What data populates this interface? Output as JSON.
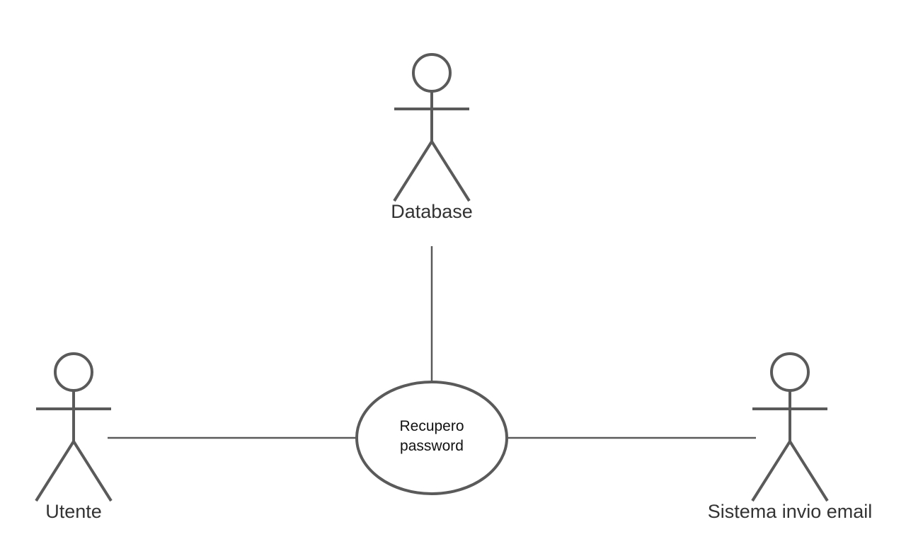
{
  "actors": {
    "database": {
      "label": "Database"
    },
    "utente": {
      "label": "Utente"
    },
    "sistema": {
      "label": "Sistema invio email"
    }
  },
  "use_case": {
    "line1": "Recupero",
    "line2": "password"
  },
  "colors": {
    "stroke": "#5a5a5a",
    "text": "#333333",
    "background": "#ffffff"
  }
}
